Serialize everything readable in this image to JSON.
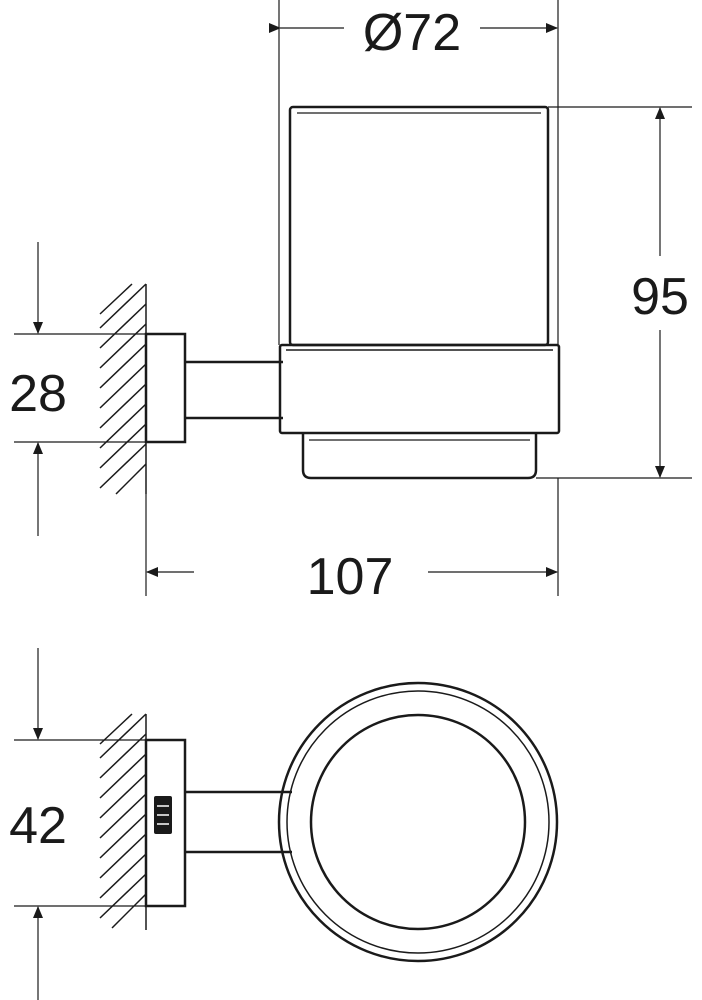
{
  "dimensions": {
    "cup_diameter": "Ø72",
    "cup_height": "95",
    "flange_height_side": "28",
    "projection": "107",
    "flange_height_top": "42"
  },
  "colors": {
    "line": "#1a1a1a",
    "background": "#ffffff"
  },
  "icons": {
    "logo": "brand-logo-mark"
  }
}
